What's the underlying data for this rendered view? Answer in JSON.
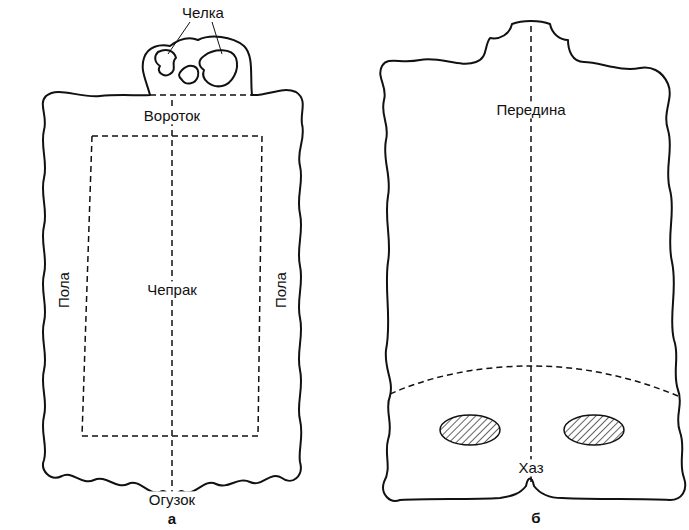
{
  "diagram": {
    "labels": [
      "Челка",
      "Вороток",
      "Пола",
      "Чепрак",
      "Пола",
      "Огузок",
      "а",
      "Передина",
      "Хаз",
      "б"
    ]
  }
}
